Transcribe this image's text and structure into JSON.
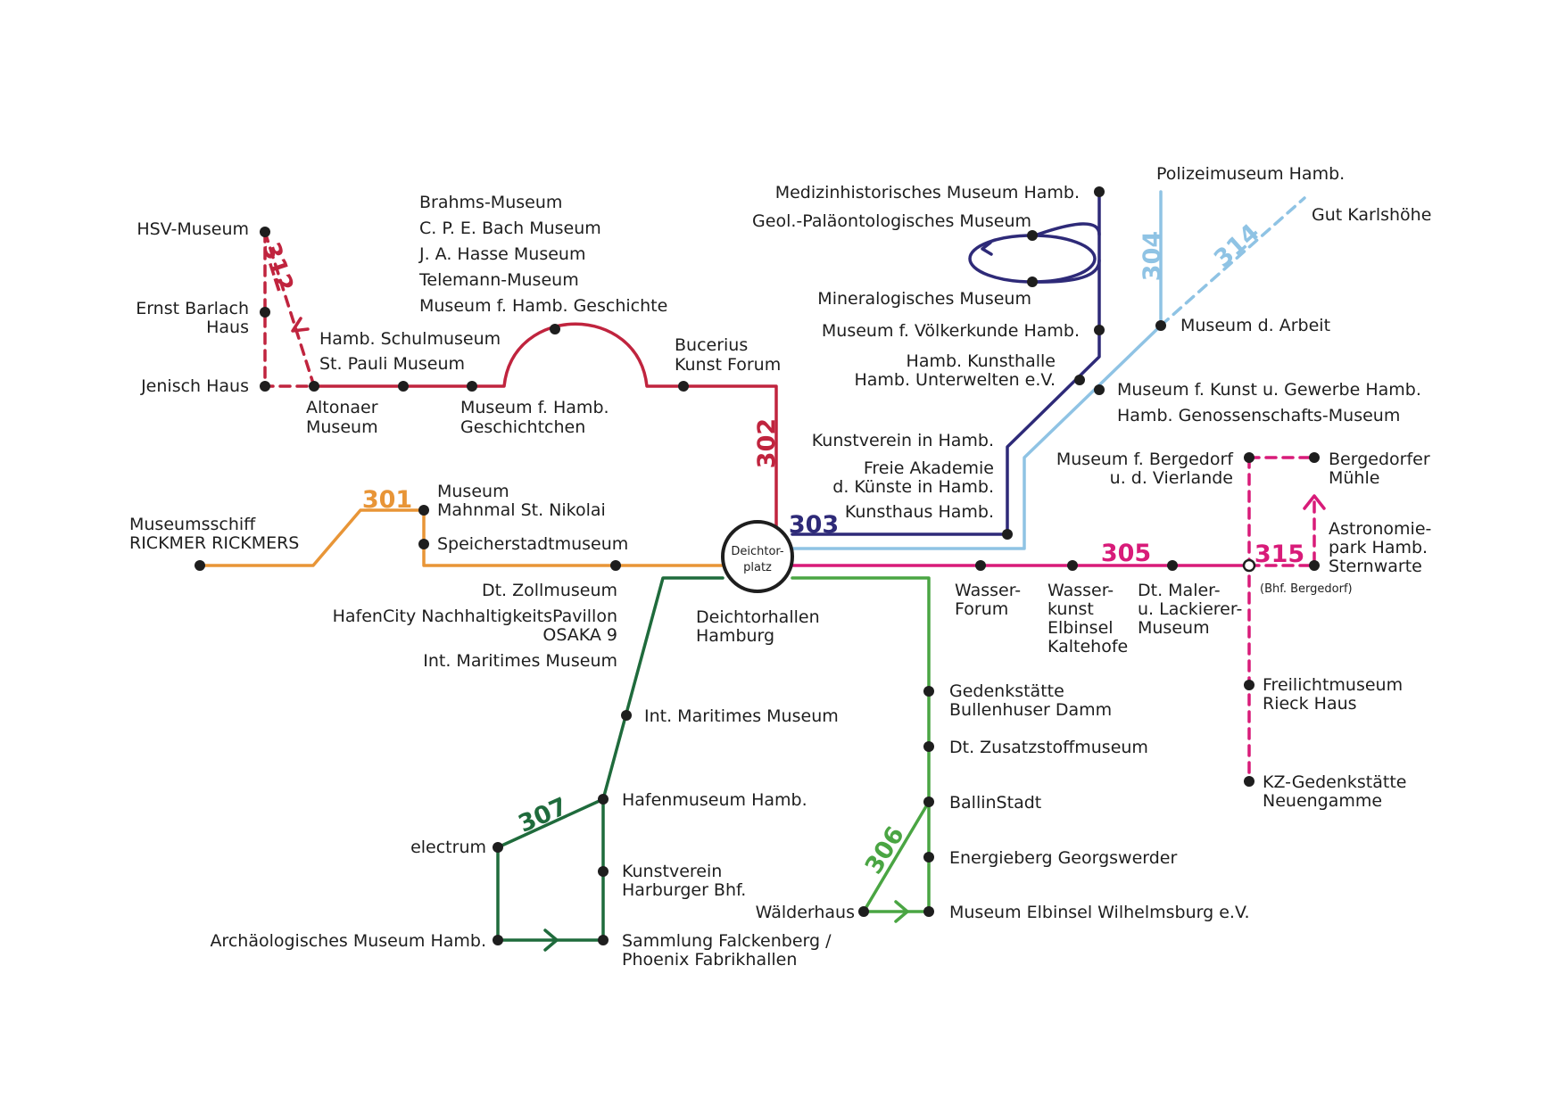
{
  "hub": {
    "line1": "Deichtor-",
    "line2": "platz"
  },
  "colors": {
    "l302": "#c0243e",
    "l301": "#e89537",
    "l303": "#2e2a78",
    "l304": "#8fc3e4",
    "l305": "#d81b79",
    "l306": "#4aa543",
    "l307": "#1f6b3c",
    "dot": "#1e1e1e"
  },
  "lines": {
    "l301": "301",
    "l302": "302",
    "l303": "303",
    "l304": "304",
    "l305": "305",
    "l306": "306",
    "l307": "307",
    "l312": "312",
    "l314": "314",
    "l315": "315"
  },
  "stops": {
    "hsv": "HSV-Museum",
    "barlach1": "Ernst Barlach",
    "barlach2": "Haus",
    "jenisch": "Jenisch Haus",
    "schul": "Hamb. Schulmuseum",
    "stpauli": "St. Pauli Museum",
    "altonaer1": "Altonaer",
    "altonaer2": "Museum",
    "geschichtchen1": "Museum f. Hamb.",
    "geschichtchen2": "Geschichtchen",
    "brahms": "Brahms-Museum",
    "bach": "C. P. E. Bach Museum",
    "hasse": "J. A. Hasse Museum",
    "telemann": "Telemann-Museum",
    "geschichte": "Museum f. Hamb. Geschichte",
    "bucerius1": "Bucerius",
    "bucerius2": "Kunst Forum",
    "rickmers1": "Museumsschiff",
    "rickmers2": "RICKMER RICKMERS",
    "nikolai1": "Museum",
    "nikolai2": "Mahnmal St. Nikolai",
    "speicher": "Speicherstadtmuseum",
    "zoll": "Dt. Zollmuseum",
    "pavillon1": "HafenCity NachhaltigkeitsPavillon",
    "pavillon2": "OSAKA 9",
    "maritim_a": "Int. Maritimes Museum",
    "deichtorhallen1": "Deichtorhallen",
    "deichtorhallen2": "Hamburg",
    "medizin": "Medizinhistorisches Museum Hamb.",
    "geol": "Geol.-Paläontologisches Museum",
    "mineral": "Mineralogisches Museum",
    "voelker": "Museum f. Völkerkunde Hamb.",
    "kunsthalle": "Hamb. Kunsthalle",
    "unterwelten": "Hamb. Unterwelten e.V.",
    "kunstverein": "Kunstverein in Hamb.",
    "akademie1": "Freie Akademie",
    "akademie2": "d. Künste in Hamb.",
    "kunsthaus": "Kunsthaus Hamb.",
    "polizei": "Polizeimuseum Hamb.",
    "karlshoehe": "Gut Karlshöhe",
    "arbeit": "Museum d. Arbeit",
    "mkg": "Museum f. Kunst u. Gewerbe Hamb.",
    "genossenschaft": "Hamb. Genossenschafts-Museum",
    "bergedorf1": "Museum f. Bergedorf",
    "bergedorf2": "u. d. Vierlande",
    "muehle1": "Bergedorfer",
    "muehle2": "Mühle",
    "astro1": "Astronomie-",
    "astro2": "park Hamb.",
    "astro3": "Sternwarte",
    "bhf": "(Bhf. Bergedorf)",
    "wasserforum1": "Wasser-",
    "wasserforum2": "Forum",
    "wasserkunst1": "Wasser-",
    "wasserkunst2": "kunst",
    "wasserkunst3": "Elbinsel",
    "wasserkunst4": "Kaltehofe",
    "maler1": "Dt. Maler-",
    "maler2": "u. Lackierer-",
    "maler3": "Museum",
    "rieck1": "Freilichtmuseum",
    "rieck2": "Rieck Haus",
    "kz1": "KZ-Gedenkstätte",
    "kz2": "Neuengamme",
    "maritim_b": "Int. Maritimes Museum",
    "hafen": "Hafenmuseum Hamb.",
    "electrum": "electrum",
    "harburg1": "Kunstverein",
    "harburg2": "Harburger Bhf.",
    "archaeo": "Archäologisches Museum Hamb.",
    "falckenberg1": "Sammlung Falckenberg /",
    "falckenberg2": "Phoenix Fabrikhallen",
    "bullenhuser1": "Gedenkstätte",
    "bullenhuser2": "Bullenhuser Damm",
    "zusatzstoff": "Dt. Zusatzstoffmuseum",
    "ballinstadt": "BallinStadt",
    "energieberg": "Energieberg Georgswerder",
    "waelderhaus": "Wälderhaus",
    "wilhelmsburg": "Museum Elbinsel Wilhelmsburg e.V."
  }
}
